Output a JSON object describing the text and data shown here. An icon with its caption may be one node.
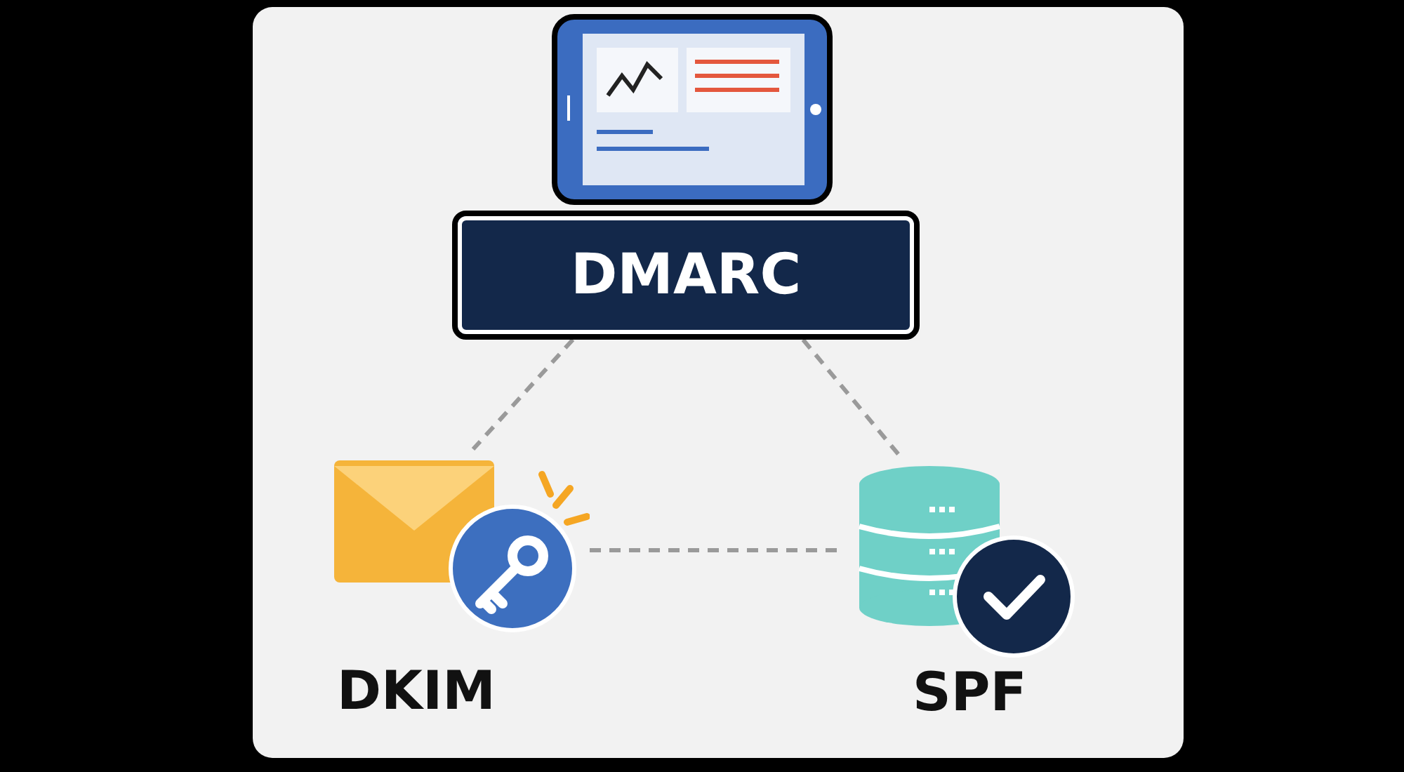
{
  "diagram": {
    "nodes": [
      {
        "text": [
          "DMARC"
        ]
      },
      {
        "text": [
          "DKIM"
        ]
      },
      {
        "text": [
          "SPF"
        ]
      }
    ],
    "edges": [
      {
        "from": 0,
        "to": 1,
        "arrow": "none",
        "style": "dashed"
      },
      {
        "from": 0,
        "to": 2,
        "arrow": "none",
        "style": "dashed"
      },
      {
        "from": 1,
        "to": 2,
        "arrow": "none",
        "style": "dashed"
      }
    ]
  }
}
